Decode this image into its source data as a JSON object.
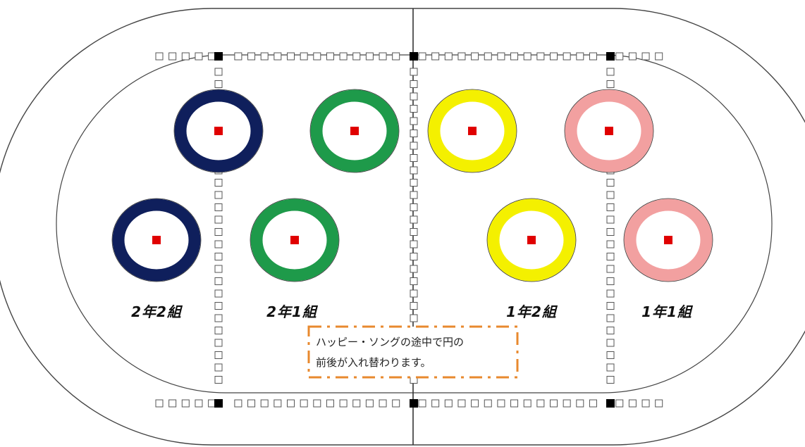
{
  "colors": {
    "track_line": "#444444",
    "center_line": "#333333",
    "square_outline": "#555555",
    "square_fill": "#ffffff",
    "marker_fill": "#000000",
    "center_dot": "#e00000",
    "note_border": "#e8892e"
  },
  "rings": [
    {
      "name": "2年2組",
      "color": "#0f1f5c"
    },
    {
      "name": "2年2組",
      "color": "#0f1f5c"
    },
    {
      "name": "2年1組",
      "color": "#1e9a4a"
    },
    {
      "name": "2年1組",
      "color": "#1e9a4a"
    },
    {
      "name": "1年2組",
      "color": "#f4f000"
    },
    {
      "name": "1年2組",
      "color": "#f4f000"
    },
    {
      "name": "1年1組",
      "color": "#f2a0a0"
    },
    {
      "name": "1年1組",
      "color": "#f2a0a0"
    }
  ],
  "labels": [
    "2年2組",
    "2年1組",
    "1年2組",
    "1年1組"
  ],
  "note": {
    "line1": "ハッピー・ソングの途中で円の",
    "line2": "前後が入れ替わります。"
  }
}
